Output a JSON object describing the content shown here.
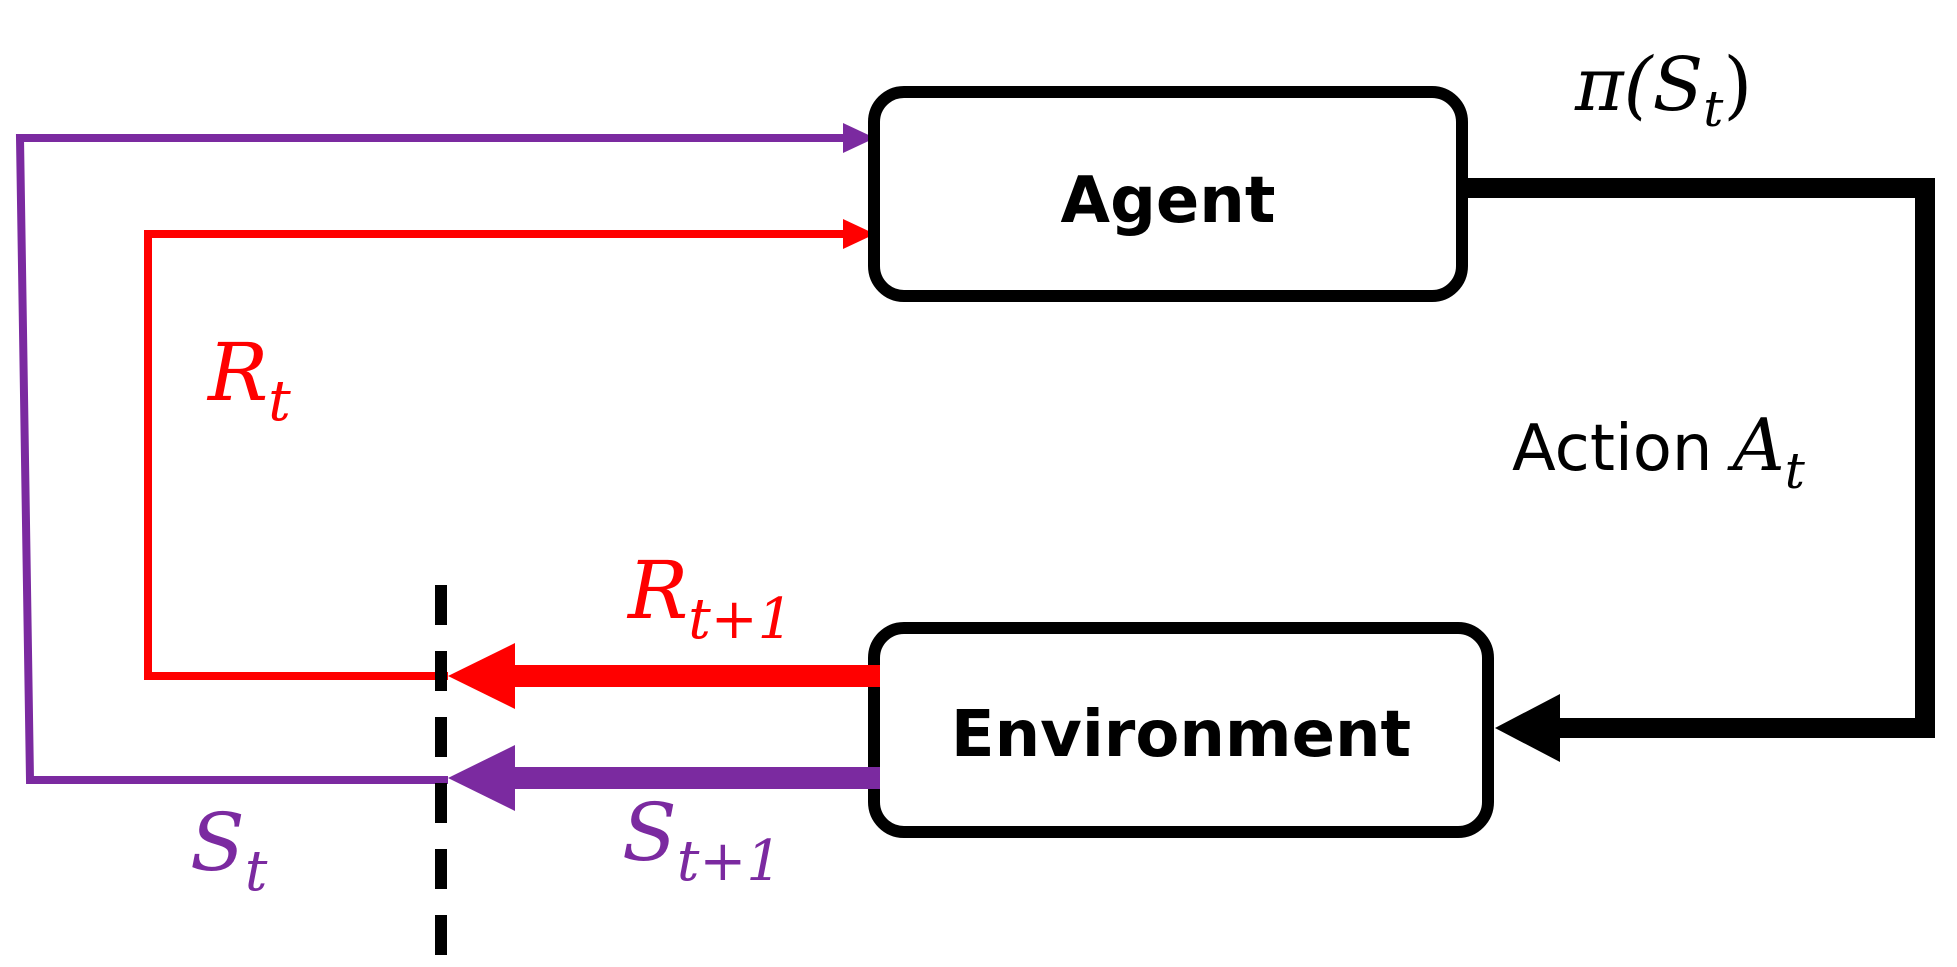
{
  "agent": {
    "label": "Agent"
  },
  "environment": {
    "label": "Environment"
  },
  "policy": {
    "label": "π(",
    "symbol": "S",
    "subscript": "t",
    "close": ")"
  },
  "action": {
    "word": "Action ",
    "symbol": "A",
    "subscript": "t"
  },
  "reward_current": {
    "symbol": "R",
    "subscript": "t"
  },
  "reward_next": {
    "symbol": "R",
    "subscript": "t+1"
  },
  "state_current": {
    "symbol": "S",
    "subscript": "t"
  },
  "state_next": {
    "symbol": "S",
    "subscript": "t+1"
  },
  "colors": {
    "reward": "#ff0000",
    "state": "#7b2aa0",
    "action": "#000000"
  }
}
